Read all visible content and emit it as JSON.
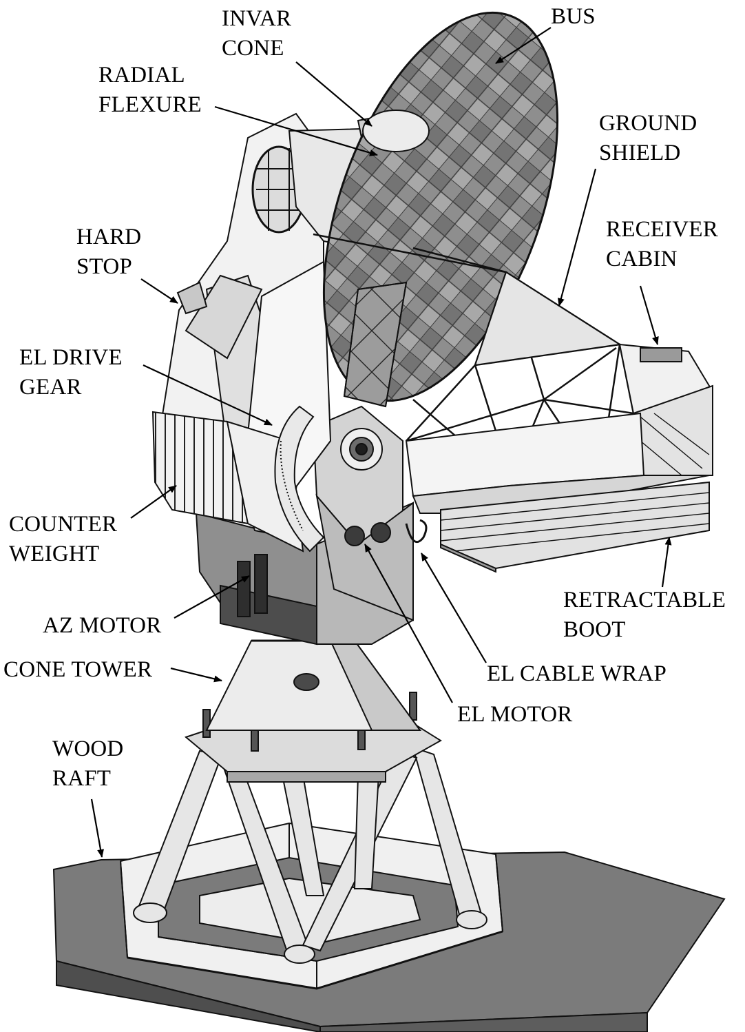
{
  "labels": {
    "invar_cone": [
      "INVAR",
      "CONE"
    ],
    "bus": [
      "BUS"
    ],
    "radial_flexure": [
      "RADIAL",
      "FLEXURE"
    ],
    "ground_shield": [
      "GROUND",
      "SHIELD"
    ],
    "receiver_cabin": [
      "RECEIVER",
      "CABIN"
    ],
    "hard_stop": [
      "HARD",
      "STOP"
    ],
    "el_drive_gear": [
      "EL DRIVE",
      "GEAR"
    ],
    "counter_weight": [
      "COUNTER",
      "WEIGHT"
    ],
    "retractable_boot": [
      "RETRACTABLE",
      "BOOT"
    ],
    "az_motor": [
      "AZ MOTOR"
    ],
    "cone_tower": [
      "CONE TOWER"
    ],
    "el_cable_wrap": [
      "EL CABLE WRAP"
    ],
    "el_motor": [
      "EL MOTOR"
    ],
    "wood_raft": [
      "WOOD",
      "RAFT"
    ]
  },
  "colors": {
    "ink": "#000000",
    "paper": "#ffffff",
    "light": "#e9e9e9",
    "mid": "#bdbdbd",
    "dark": "#8a8a8a",
    "darker": "#5e5e5e",
    "raft": "#7a7a7a"
  }
}
